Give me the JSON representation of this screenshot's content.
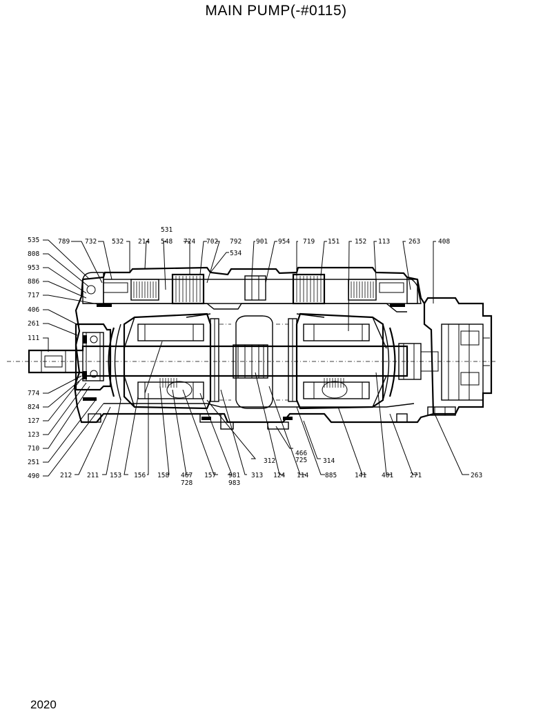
{
  "title": "MAIN PUMP(-#0115)",
  "page_number": "2020",
  "callouts": {
    "left": [
      "535",
      "808",
      "953",
      "886",
      "717",
      "406",
      "261",
      "111",
      "774",
      "824",
      "127",
      "123",
      "710",
      "251",
      "490"
    ],
    "top": [
      "789",
      "732",
      "532",
      "214",
      "531",
      "548",
      "724",
      "702",
      "792",
      "534",
      "901",
      "954",
      "719",
      "151",
      "152",
      "113",
      "263",
      "408"
    ],
    "bottom": [
      "212",
      "211",
      "153",
      "156",
      "158",
      "467",
      "728",
      "157",
      "981",
      "983",
      "313",
      "124",
      "114",
      "885",
      "141",
      "401",
      "271",
      "263",
      "312",
      "466",
      "725",
      "314"
    ]
  }
}
